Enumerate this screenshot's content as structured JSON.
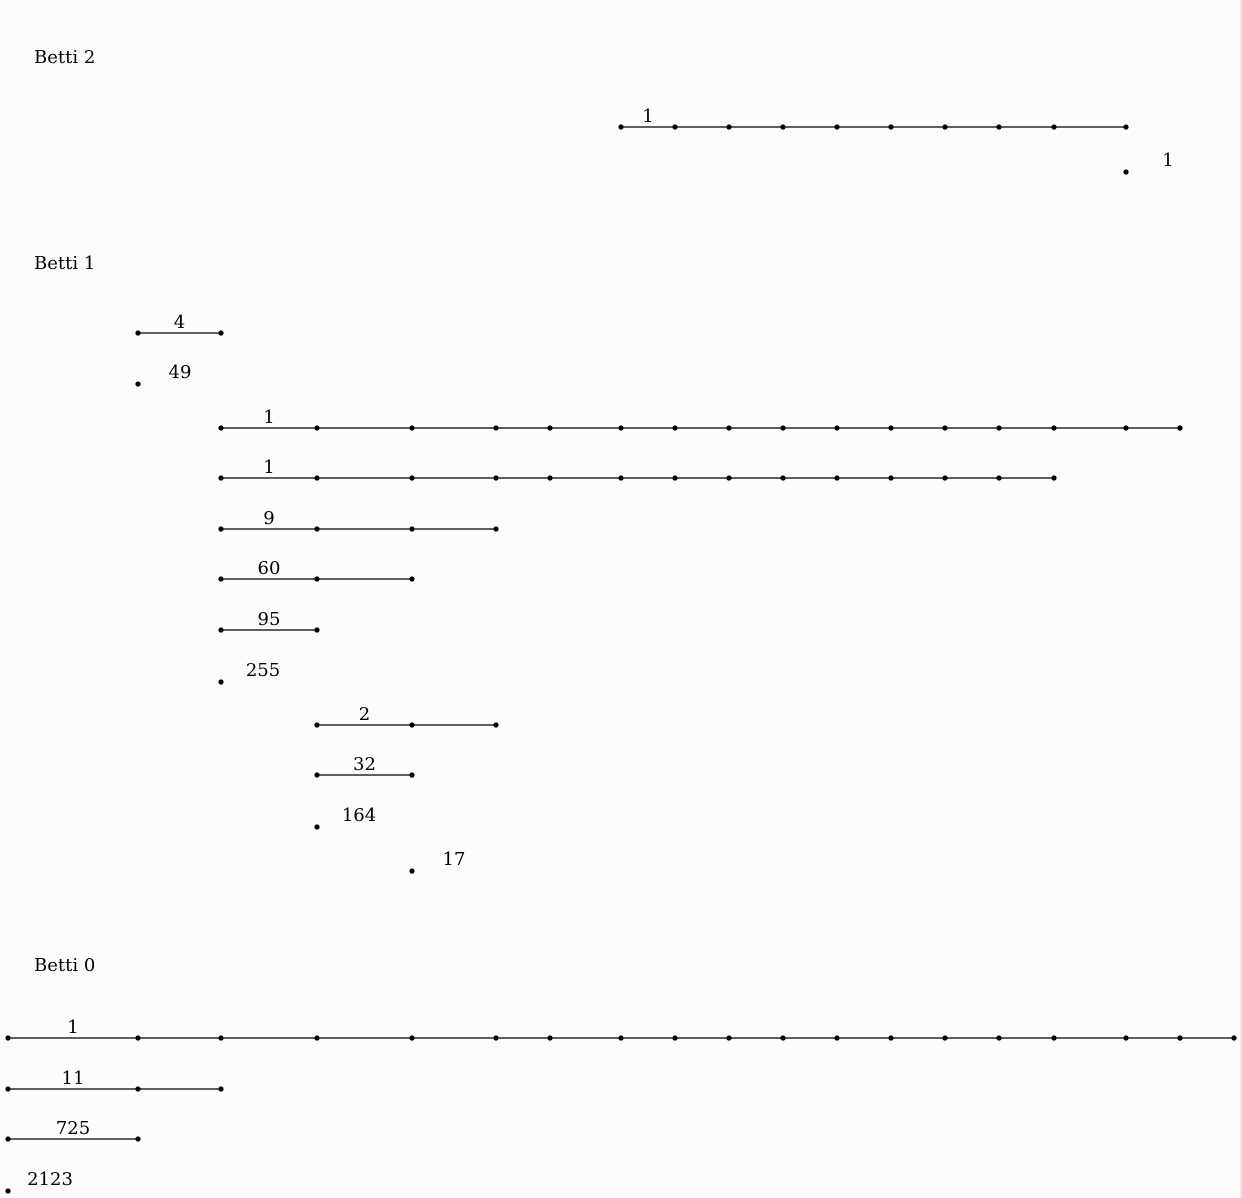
{
  "chart_data": {
    "type": "barcode",
    "grid": false,
    "x_ticks": [
      0,
      1,
      2,
      3,
      4,
      5,
      6,
      7,
      8,
      9,
      10,
      11,
      12,
      13,
      14,
      15,
      16,
      17,
      18,
      19
    ],
    "groups": [
      {
        "label": "Betti  2",
        "bars": [
          {
            "start": 7,
            "end": 16,
            "count": "1"
          },
          {
            "start": 16,
            "end": 16,
            "count": "1"
          }
        ]
      },
      {
        "label": "Betti  1",
        "bars": [
          {
            "start": 1,
            "end": 2,
            "count": "4"
          },
          {
            "start": 1,
            "end": 1,
            "count": "49"
          },
          {
            "start": 2,
            "end": 18,
            "count": "1"
          },
          {
            "start": 2,
            "end": 15,
            "count": "1"
          },
          {
            "start": 2,
            "end": 5,
            "count": "9"
          },
          {
            "start": 2,
            "end": 4,
            "count": "60"
          },
          {
            "start": 2,
            "end": 3,
            "count": "95"
          },
          {
            "start": 2,
            "end": 2,
            "count": "255"
          },
          {
            "start": 3,
            "end": 5,
            "count": "2"
          },
          {
            "start": 3,
            "end": 4,
            "count": "32"
          },
          {
            "start": 3,
            "end": 3,
            "count": "164"
          },
          {
            "start": 4,
            "end": 4,
            "count": "17"
          }
        ]
      },
      {
        "label": "Betti  0",
        "bars": [
          {
            "start": 0,
            "end": 19,
            "count": "1"
          },
          {
            "start": 0,
            "end": 2,
            "count": "11"
          },
          {
            "start": 0,
            "end": 1,
            "count": "725"
          },
          {
            "start": 0,
            "end": 0,
            "count": "2123"
          }
        ]
      }
    ]
  }
}
